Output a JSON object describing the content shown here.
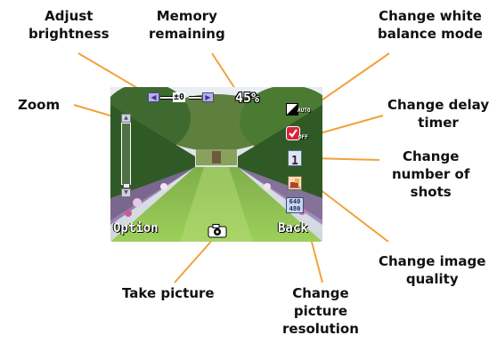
{
  "callouts": {
    "brightness": [
      "Adjust",
      "brightness"
    ],
    "memory": [
      "Memory",
      "remaining"
    ],
    "white_balance": [
      "Change white",
      "balance mode"
    ],
    "zoom": [
      "Zoom"
    ],
    "delay": [
      "Change delay",
      "timer"
    ],
    "shots": [
      "Change",
      "number of",
      "shots"
    ],
    "quality": [
      "Change image",
      "quality"
    ],
    "take": [
      "Take picture"
    ],
    "resolution": [
      "Change",
      "picture",
      "resolution"
    ]
  },
  "screen": {
    "brightness_value": "±0",
    "brightness_left_arrow": "◀",
    "brightness_right_arrow": "▶",
    "memory_value": "45%",
    "white_balance_mode": "AUTO",
    "delay_timer_state": "OFF",
    "shots_count": "1",
    "resolution": [
      "640",
      "480"
    ],
    "option_label": "Option",
    "back_label": "Back",
    "zoom_up": "▲",
    "zoom_down": "▼"
  },
  "colors": {
    "leader_line": "#f2a23a",
    "osd_purple": "#b9b3e6",
    "timer_red": "#d8243b"
  },
  "icons": [
    "camera-icon",
    "white-balance-icon",
    "self-timer-icon",
    "shots-icon",
    "image-quality-icon",
    "resolution-icon"
  ]
}
